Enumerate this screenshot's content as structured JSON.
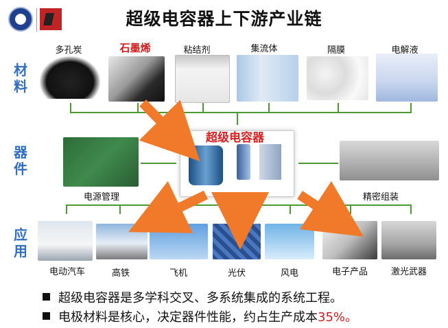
{
  "title": "超级电容器上下游产业链",
  "side_labels": {
    "materials": "材料",
    "devices": "器件",
    "applications": "应用"
  },
  "materials": [
    {
      "label": "多孔炭",
      "highlight": false
    },
    {
      "label": "石墨烯",
      "highlight": true
    },
    {
      "label": "粘结剂",
      "highlight": false
    },
    {
      "label": "集流体",
      "highlight": false
    },
    {
      "label": "隔膜",
      "highlight": false
    },
    {
      "label": "电解液",
      "highlight": false
    }
  ],
  "center": {
    "title": "超级电容器"
  },
  "device_side": {
    "left_label": "电源管理",
    "right_label": "精密组装"
  },
  "applications": [
    {
      "label": "电动汽车"
    },
    {
      "label": "高铁"
    },
    {
      "label": "飞机"
    },
    {
      "label": "光伏"
    },
    {
      "label": "风电"
    },
    {
      "label": "电子产品"
    },
    {
      "label": "激光武器"
    }
  ],
  "bullets": [
    {
      "text": "超级电容器是多学科交叉、多系统集成的系统工程。",
      "highlight": ""
    },
    {
      "text": "电极材料是核心，决定器件性能，约占生产成本",
      "highlight": "35%。"
    }
  ],
  "colors": {
    "green": "#4a9a2f",
    "orange": "#f07a2a",
    "side_label": "#2f6ec2",
    "accent_red": "#d01c1c"
  }
}
